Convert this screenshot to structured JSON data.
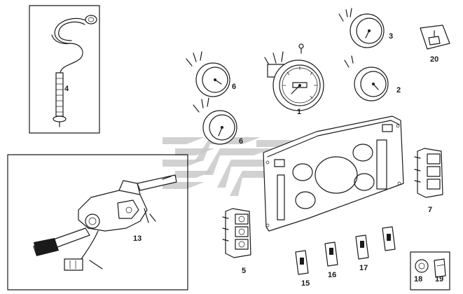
{
  "parts": [
    {
      "id": "1",
      "label": "1",
      "name": "speedometer"
    },
    {
      "id": "2",
      "label": "2",
      "name": "gauge"
    },
    {
      "id": "3",
      "label": "3",
      "name": "gauge"
    },
    {
      "id": "4",
      "label": "4",
      "name": "speedometer-cable"
    },
    {
      "id": "5",
      "label": "5",
      "name": "switch-block"
    },
    {
      "id": "6a",
      "label": "6",
      "name": "gauge"
    },
    {
      "id": "6b",
      "label": "6",
      "name": "gauge"
    },
    {
      "id": "7",
      "label": "7",
      "name": "switch-block"
    },
    {
      "id": "13",
      "label": "13",
      "name": "steering-column-switch"
    },
    {
      "id": "15",
      "label": "15",
      "name": "rocker-switch"
    },
    {
      "id": "16",
      "label": "16",
      "name": "rocker-switch"
    },
    {
      "id": "17",
      "label": "17",
      "name": "rocker-switch"
    },
    {
      "id": "18",
      "label": "18",
      "name": "lamp"
    },
    {
      "id": "19",
      "label": "19",
      "name": "socket"
    },
    {
      "id": "20",
      "label": "20",
      "name": "relay"
    }
  ],
  "colors": {
    "line": "#1a1a1a",
    "watermark": "#c9c9c9",
    "background": "#ffffff"
  }
}
